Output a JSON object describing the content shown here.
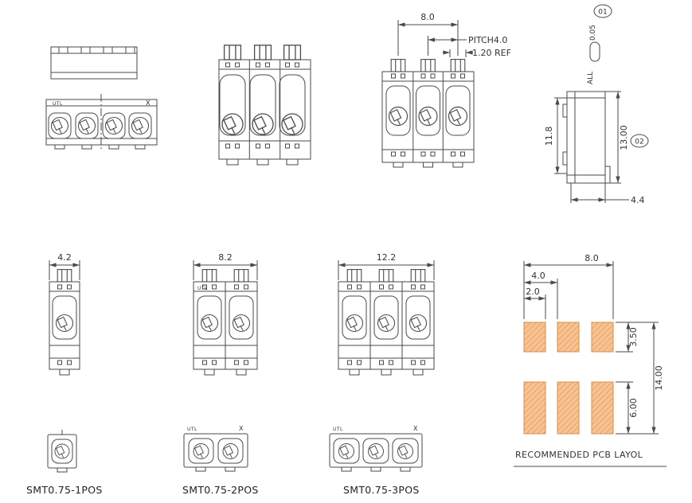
{
  "palette": {
    "line": "#4a4a4a",
    "pad_fill": "#f7c393",
    "pad_hatch": "#e79a55",
    "pad_border": "#d98e4e",
    "background": "#ffffff"
  },
  "branding": {
    "logo": "UTL",
    "x_mark": "X"
  },
  "top_dimensioned_view": {
    "overall_width": "8.0",
    "pitch_label": "PITCH4.0",
    "ref_label": "1.20 REF"
  },
  "side_view": {
    "balloon_top": "01",
    "flatness_tolerance": "0.05",
    "all_label": "ALL",
    "inner_height": "11.8",
    "overall_height": "13.00",
    "balloon_right": "02",
    "overall_depth": "4.4"
  },
  "variants": [
    {
      "overall_width": "4.2",
      "part_number": "SMT0.75-1POS"
    },
    {
      "overall_width": "8.2",
      "part_number": "SMT0.75-2POS"
    },
    {
      "overall_width": "12.2",
      "part_number": "SMT0.75-3POS"
    }
  ],
  "pcb_layout": {
    "title": "RECOMMENDED PCB LAYOL",
    "overall_width": "8.0",
    "pad_pitch": "4.0",
    "pad_width": "2.0",
    "upper_pad_height": "3.50",
    "overall_height": "14.00",
    "lower_pad_height": "6.00"
  }
}
